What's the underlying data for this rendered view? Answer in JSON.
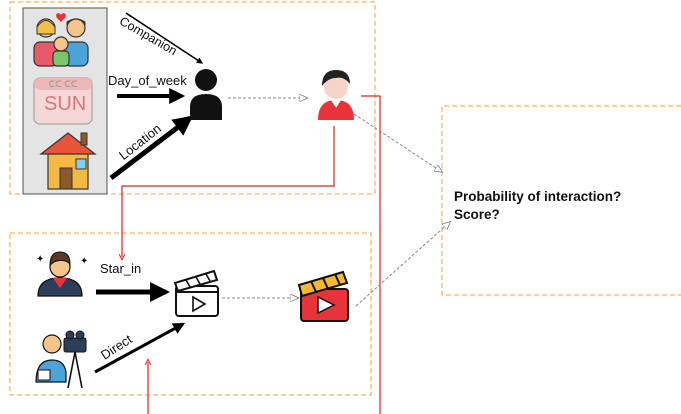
{
  "context_box": {
    "edge_labels": {
      "companion": "Companion",
      "day_of_week": "Day_of_week",
      "location": "Location"
    },
    "calendar_text": "SUN"
  },
  "item_box": {
    "edge_labels": {
      "star_in": "Star_in",
      "direct": "Direct"
    }
  },
  "result_box": {
    "line1": "Probability of interaction?",
    "line2": "Score?"
  },
  "colors": {
    "dashed_border": "#f0a630",
    "red_connector": "#e02020",
    "user_red": "#e8333a",
    "movie_red": "#e8333a",
    "clapper_yellow": "#f5b82e"
  }
}
